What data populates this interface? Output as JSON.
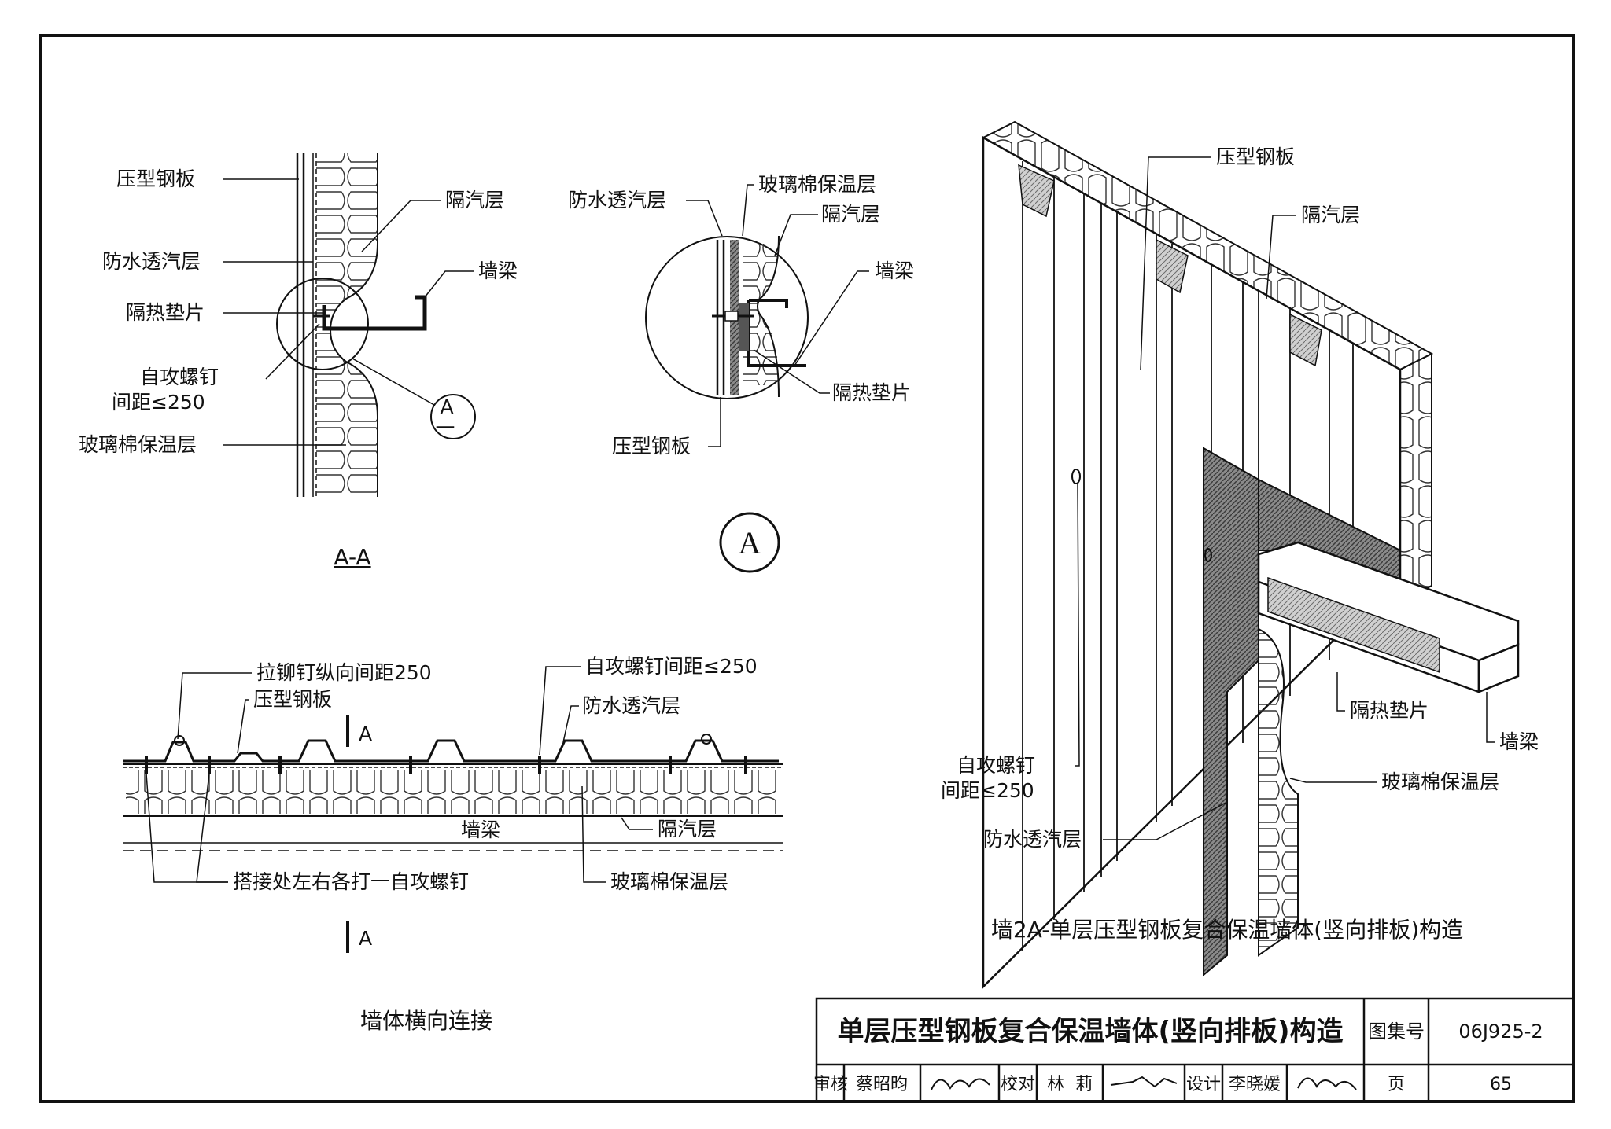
{
  "detail_aa": {
    "labels": {
      "steel": "压型钢板",
      "membrane": "防水透汽层",
      "pad": "隔热垫片",
      "screw1": "自攻螺钉",
      "screw2": "间距≤250",
      "wool": "玻璃棉保温层",
      "vapor": "隔汽层",
      "beam": "墙梁"
    },
    "callout_letter": "A",
    "callout_sub": "—",
    "caption": "A-A"
  },
  "detail_a": {
    "labels": {
      "membrane": "防水透汽层",
      "wool": "玻璃棉保温层",
      "vapor": "隔汽层",
      "beam": "墙梁",
      "pad": "隔热垫片",
      "steel": "压型钢板"
    },
    "circle_letter": "A"
  },
  "detail_lateral": {
    "labels": {
      "rivet": "拉铆钉纵向间距250",
      "steel": "压型钢板",
      "screw": "自攻螺钉间距≤250",
      "membrane": "防水透汽层",
      "vapor": "隔汽层",
      "beam": "墙梁",
      "lap": "搭接处左右各打一自攻螺钉",
      "wool": "玻璃棉保温层"
    },
    "section_top": "A",
    "section_bottom": "A",
    "caption": "墙体横向连接"
  },
  "detail_iso": {
    "labels": {
      "steel": "压型钢板",
      "vapor": "隔汽层",
      "pad": "隔热垫片",
      "beam": "墙梁",
      "screw1": "自攻螺钉",
      "screw2": "间距≤250",
      "wool": "玻璃棉保温层",
      "membrane": "防水透汽层"
    },
    "caption": "墙2A-单层压型钢板复合保温墙体(竖向排板)构造"
  },
  "title_block": {
    "title": "单层压型钢板复合保温墙体(竖向排板)构造",
    "atlas_label": "图集号",
    "atlas_no": "06J925-2",
    "review_label": "审核",
    "review_name": "蔡昭昀",
    "check_label": "校对",
    "check_name": "林  莉",
    "design_label": "设计",
    "design_name": "李晓媛",
    "page_label": "页",
    "page_no": "65"
  }
}
